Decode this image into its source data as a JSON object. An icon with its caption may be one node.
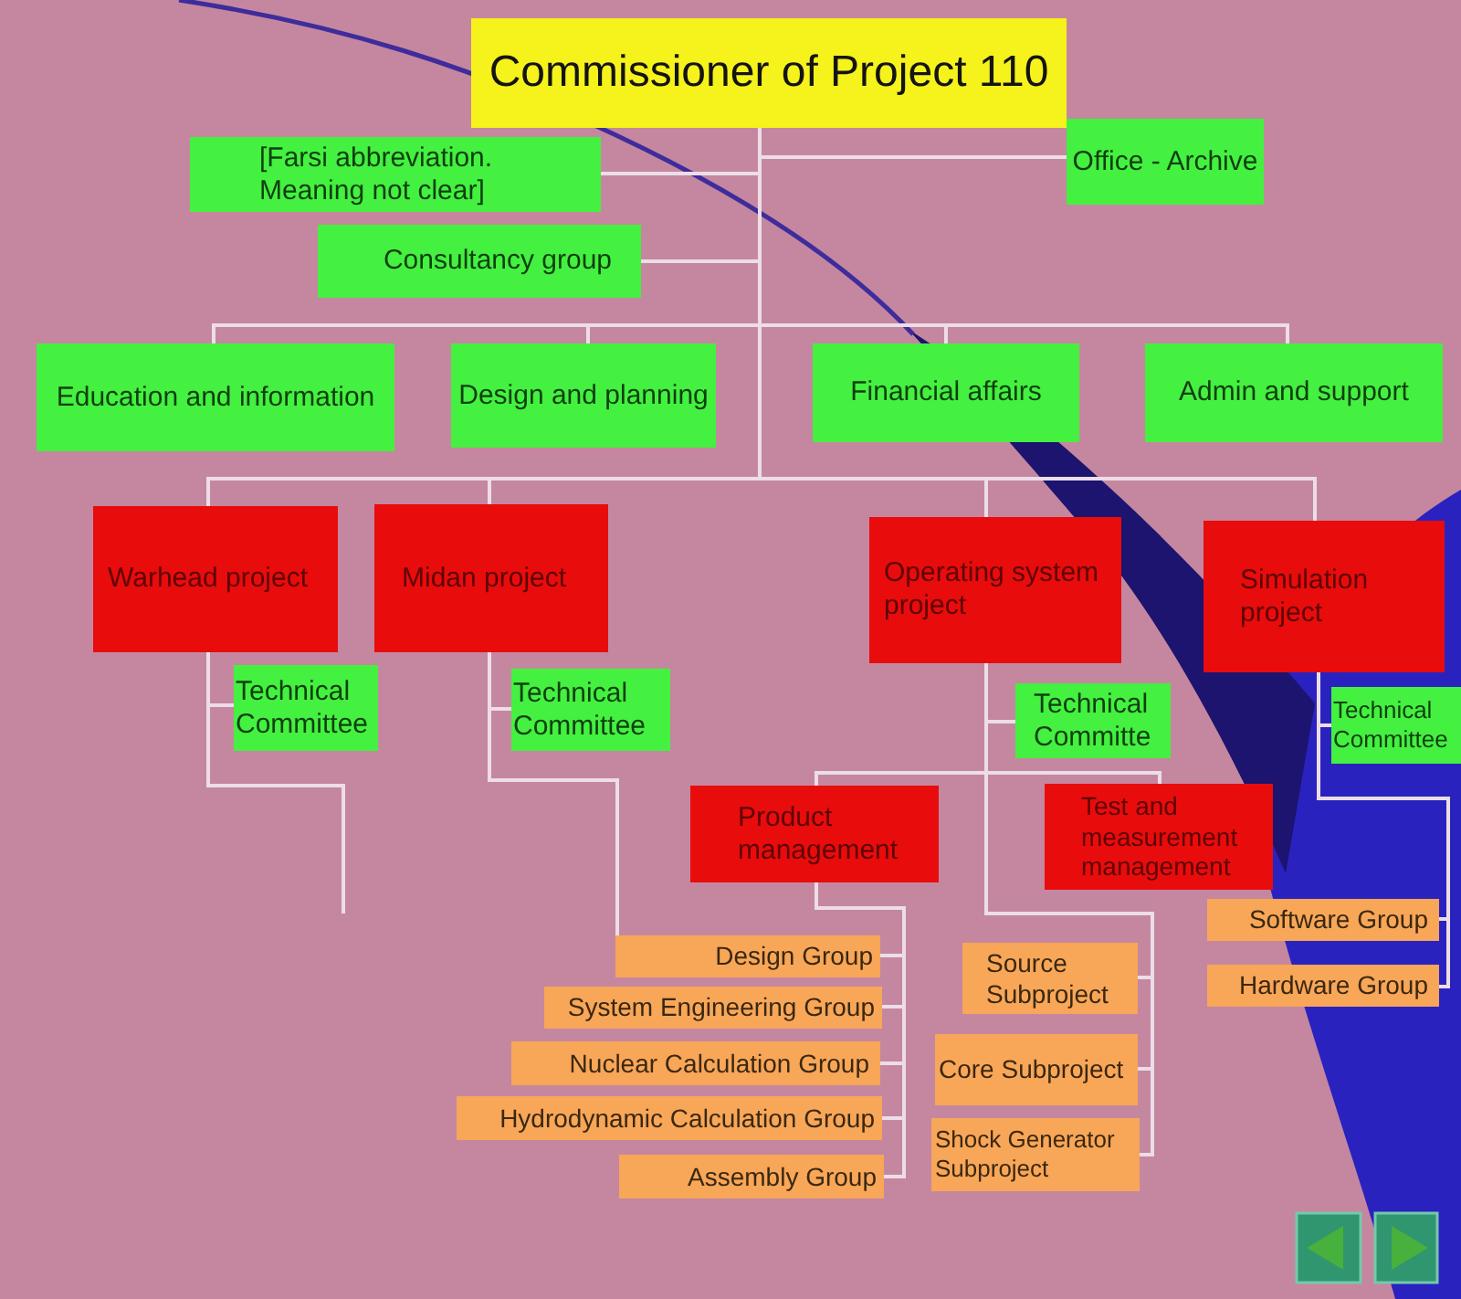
{
  "diagram": {
    "nodes": [
      {
        "text": [
          "Commissioner of Project 110"
        ]
      },
      {
        "text": [
          "[Farsi abbreviation. Meaning not clear]"
        ]
      },
      {
        "text": [
          "Office - Archive"
        ]
      },
      {
        "text": [
          "Consultancy group"
        ]
      },
      {
        "text": [
          "Education and information"
        ]
      },
      {
        "text": [
          "Design and planning"
        ]
      },
      {
        "text": [
          "Financial affairs"
        ]
      },
      {
        "text": [
          "Admin and support"
        ]
      },
      {
        "text": [
          "Warhead project"
        ]
      },
      {
        "text": [
          "Midan project"
        ]
      },
      {
        "text": [
          "Operating system project"
        ]
      },
      {
        "text": [
          "Simulation project"
        ]
      },
      {
        "text": [
          "Technical Committee"
        ]
      },
      {
        "text": [
          "Technical Committee"
        ]
      },
      {
        "text": [
          "Technical Committe"
        ]
      },
      {
        "text": [
          "Technical Committee"
        ]
      },
      {
        "text": [
          "Product management"
        ]
      },
      {
        "text": [
          "Test and measurement management"
        ]
      },
      {
        "text": [
          "Design Group"
        ]
      },
      {
        "text": [
          "System Engineering Group"
        ]
      },
      {
        "text": [
          "Nuclear Calculation Group"
        ]
      },
      {
        "text": [
          "Hydrodynamic Calculation Group"
        ]
      },
      {
        "text": [
          "Assembly Group"
        ]
      },
      {
        "text": [
          "Source Subproject"
        ]
      },
      {
        "text": [
          "Core Subproject"
        ]
      },
      {
        "text": [
          "Shock Generator Subproject"
        ]
      },
      {
        "text": [
          "Software Group"
        ]
      },
      {
        "text": [
          "Hardware Group"
        ]
      }
    ],
    "edges": [
      {
        "from": 0,
        "to": 1,
        "arrow": "none"
      },
      {
        "from": 0,
        "to": 2,
        "arrow": "none"
      },
      {
        "from": 0,
        "to": 3,
        "arrow": "none"
      },
      {
        "from": 0,
        "to": 4,
        "arrow": "none"
      },
      {
        "from": 0,
        "to": 5,
        "arrow": "none"
      },
      {
        "from": 0,
        "to": 6,
        "arrow": "none"
      },
      {
        "from": 0,
        "to": 7,
        "arrow": "none"
      },
      {
        "from": 0,
        "to": 8,
        "arrow": "none"
      },
      {
        "from": 0,
        "to": 9,
        "arrow": "none"
      },
      {
        "from": 0,
        "to": 10,
        "arrow": "none"
      },
      {
        "from": 0,
        "to": 11,
        "arrow": "none"
      },
      {
        "from": 8,
        "to": 12,
        "arrow": "none"
      },
      {
        "from": 8,
        "to": null,
        "arrow": "none"
      },
      {
        "from": 9,
        "to": 13,
        "arrow": "none"
      },
      {
        "from": 9,
        "to": 18,
        "arrow": "none"
      },
      {
        "from": 10,
        "to": 14,
        "arrow": "none"
      },
      {
        "from": 10,
        "to": 16,
        "arrow": "none"
      },
      {
        "from": 10,
        "to": 17,
        "arrow": "none"
      },
      {
        "from": 10,
        "to": 23,
        "arrow": "none"
      },
      {
        "from": 10,
        "to": 24,
        "arrow": "none"
      },
      {
        "from": 10,
        "to": 25,
        "arrow": "none"
      },
      {
        "from": 16,
        "to": 18,
        "arrow": "none"
      },
      {
        "from": 16,
        "to": 19,
        "arrow": "none"
      },
      {
        "from": 16,
        "to": 20,
        "arrow": "none"
      },
      {
        "from": 16,
        "to": 21,
        "arrow": "none"
      },
      {
        "from": 16,
        "to": 22,
        "arrow": "none"
      },
      {
        "from": 11,
        "to": 15,
        "arrow": "none"
      },
      {
        "from": 11,
        "to": 26,
        "arrow": "none"
      },
      {
        "from": 11,
        "to": 27,
        "arrow": "none"
      }
    ]
  }
}
